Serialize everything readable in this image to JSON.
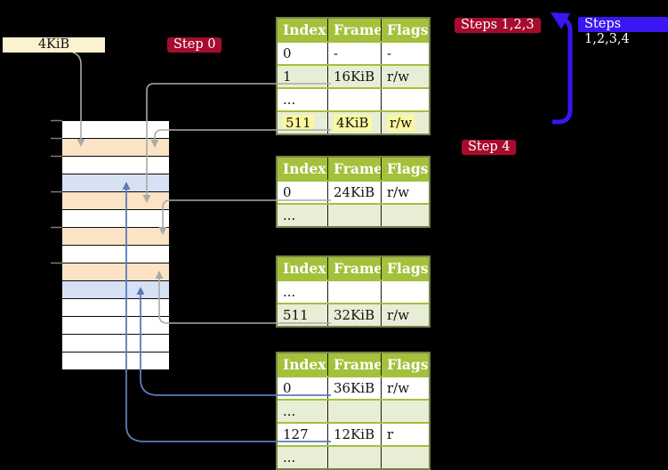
{
  "colors": {
    "background": "#000000",
    "table_header_green": "#a3c13a",
    "table_alt_row_green": "#e8eed6",
    "table_border_olive": "#75844a",
    "highlight_yellow": "#fbf89e",
    "memory_free_white": "#ffffff",
    "memory_frame_orange": "#fce3c6",
    "memory_frame_blue": "#d6e2f4",
    "page_size_box_cream": "#fdf2cf",
    "badge_red": "#a60c2e",
    "badge_blue": "#3b15f2",
    "arrow_gray": "#a9a9a9",
    "arrow_steel_blue": "#5b7cb8",
    "arrow_big_blue": "#3b15f2"
  },
  "page_size_box": {
    "label": "4KiB"
  },
  "badges": {
    "step0": "Step 0",
    "steps123": "Steps 1,2,3",
    "steps1234": "Steps 1,2,3,4",
    "step4": "Step 4"
  },
  "tables": [
    {
      "headers": [
        "Index",
        "Frame",
        "Flags"
      ],
      "rows": [
        {
          "index": "0",
          "frame": "-",
          "flags": "-"
        },
        {
          "index": "1",
          "frame": "16KiB",
          "flags": "r/w"
        },
        {
          "index": "...",
          "frame": "",
          "flags": ""
        },
        {
          "index": "511",
          "frame": "4KiB",
          "flags": "r/w"
        }
      ]
    },
    {
      "headers": [
        "Index",
        "Frame",
        "Flags"
      ],
      "rows": [
        {
          "index": "0",
          "frame": "24KiB",
          "flags": "r/w"
        },
        {
          "index": "...",
          "frame": "",
          "flags": ""
        }
      ]
    },
    {
      "headers": [
        "Index",
        "Frame",
        "Flags"
      ],
      "rows": [
        {
          "index": "...",
          "frame": "",
          "flags": ""
        },
        {
          "index": "511",
          "frame": "32KiB",
          "flags": "r/w"
        }
      ]
    },
    {
      "headers": [
        "Index",
        "Frame",
        "Flags"
      ],
      "rows": [
        {
          "index": "0",
          "frame": "36KiB",
          "flags": "r/w"
        },
        {
          "index": "...",
          "frame": "",
          "flags": ""
        },
        {
          "index": "127",
          "frame": "12KiB",
          "flags": "r"
        },
        {
          "index": "...",
          "frame": "",
          "flags": ""
        }
      ]
    }
  ],
  "memory": {
    "rows": [
      "free",
      "frame-a",
      "free",
      "frame-b",
      "frame-a",
      "free",
      "frame-a",
      "free",
      "frame-a",
      "frame-b",
      "free",
      "free",
      "free",
      "free"
    ]
  }
}
